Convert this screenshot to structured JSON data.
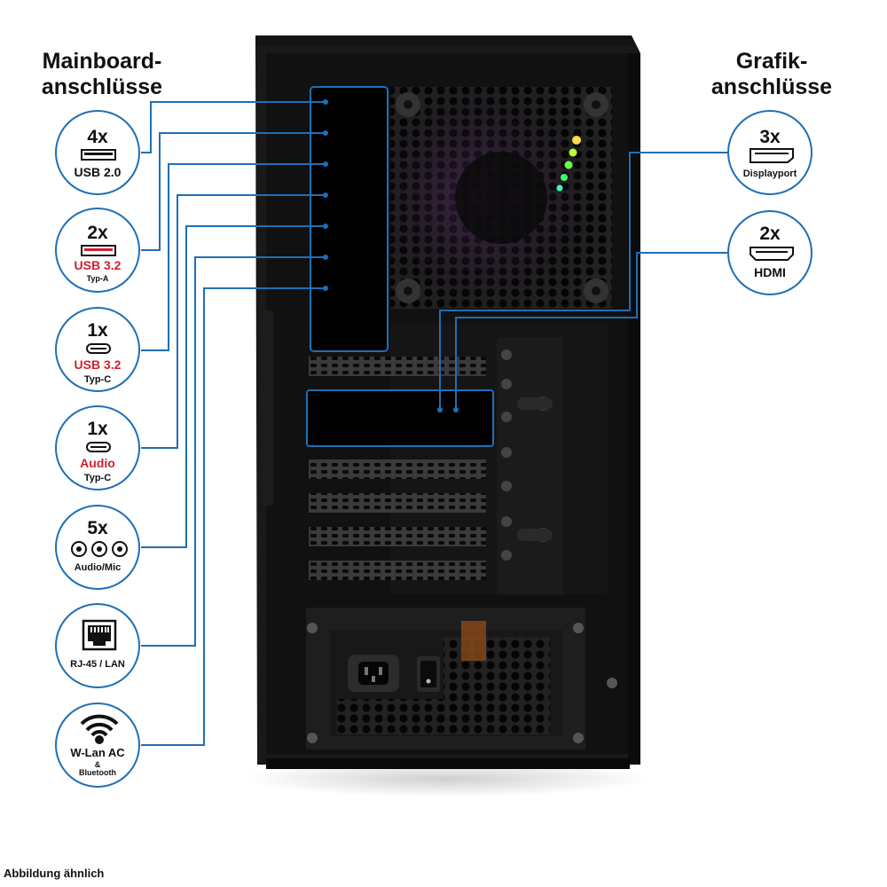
{
  "headings": {
    "left": [
      "Mainboard-",
      "anschlüsse"
    ],
    "right": [
      "Grafik-",
      "anschlüsse"
    ]
  },
  "mainboard_ports": [
    {
      "count": "4x",
      "label": "USB 2.0",
      "icon": "usb-a-port-icon"
    },
    {
      "count": "2x",
      "label": "USB 3.2",
      "sub": "Typ-A",
      "icon": "usb-a-red-port-icon",
      "label_color": "#d1202f"
    },
    {
      "count": "1x",
      "label": "USB 3.2",
      "sub": "Typ-C",
      "icon": "usb-c-port-icon",
      "label_color": "#d1202f"
    },
    {
      "count": "1x",
      "label": "Audio",
      "sub": "Typ-C",
      "icon": "usb-c-port-icon",
      "label_color": "#d1202f"
    },
    {
      "count": "5x",
      "label": "Audio/Mic",
      "icon": "audio-jack-icon"
    },
    {
      "label": "RJ-45 / LAN",
      "icon": "ethernet-port-icon"
    },
    {
      "label": "W-Lan AC",
      "sub": "&",
      "sub2": "Bluetooth",
      "icon": "wifi-icon"
    }
  ],
  "graphics_ports": [
    {
      "count": "3x",
      "label": "Displayport",
      "icon": "displayport-icon"
    },
    {
      "count": "2x",
      "label": "HDMI",
      "icon": "hdmi-icon"
    }
  ],
  "colors": {
    "accent": "#1f6fb5",
    "highlight_red": "#d1202f",
    "case": "#141414"
  },
  "footnote": "Abbildung ähnlich"
}
